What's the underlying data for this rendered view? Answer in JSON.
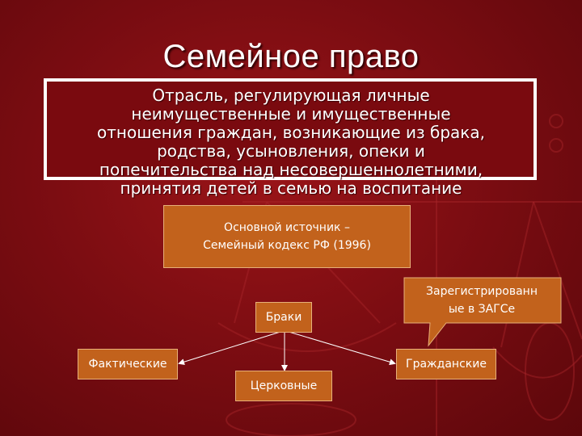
{
  "title": "Семейное право",
  "definition": "Отрасль, регулирующая личные\nнеимущественные и имущественные\nотношения граждан, возникающие из брака,\nродства, усыновления, опеки и\nпопечительства над несовершеннолетними,\nпринятия детей в семью на воспитание",
  "source": "Основной источник –\nСемейный кодекс РФ (1996)",
  "diagram": {
    "root": "Браки",
    "left": "Фактические",
    "middle": "Церковные",
    "right": "Гражданские",
    "callout": "Зарегистрированн\nые в ЗАГСе"
  },
  "colors": {
    "background": "#7d0d12",
    "box_fill": "#c2621c",
    "text": "#ffffff"
  }
}
